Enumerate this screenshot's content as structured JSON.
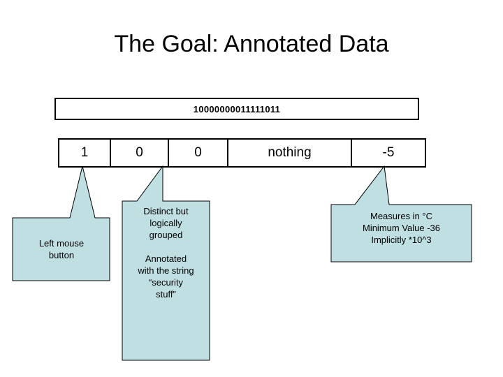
{
  "slide": {
    "title": "The Goal: Annotated Data",
    "background_color": "#ffffff",
    "callout_fill_color": "#bfdfe3",
    "outline_color": "#000000"
  },
  "bitstring": {
    "value": "10000000011111011"
  },
  "field_table": {
    "cells": [
      {
        "label": "1"
      },
      {
        "label": "0"
      },
      {
        "label": "0"
      },
      {
        "label": "nothing"
      },
      {
        "label": "-5"
      }
    ]
  },
  "callouts": [
    {
      "id": "left-mouse-button",
      "lines": [
        "Left mouse",
        "button"
      ]
    },
    {
      "id": "distinct-grouped",
      "lines": [
        "Distinct but",
        "logically",
        "grouped",
        "",
        "Annotated",
        "with the string",
        "“security",
        "stuff”"
      ]
    },
    {
      "id": "measures-celsius",
      "lines": [
        "Measures in °C",
        "Minimum Value -36",
        "Implicitly *10^3"
      ]
    }
  ]
}
